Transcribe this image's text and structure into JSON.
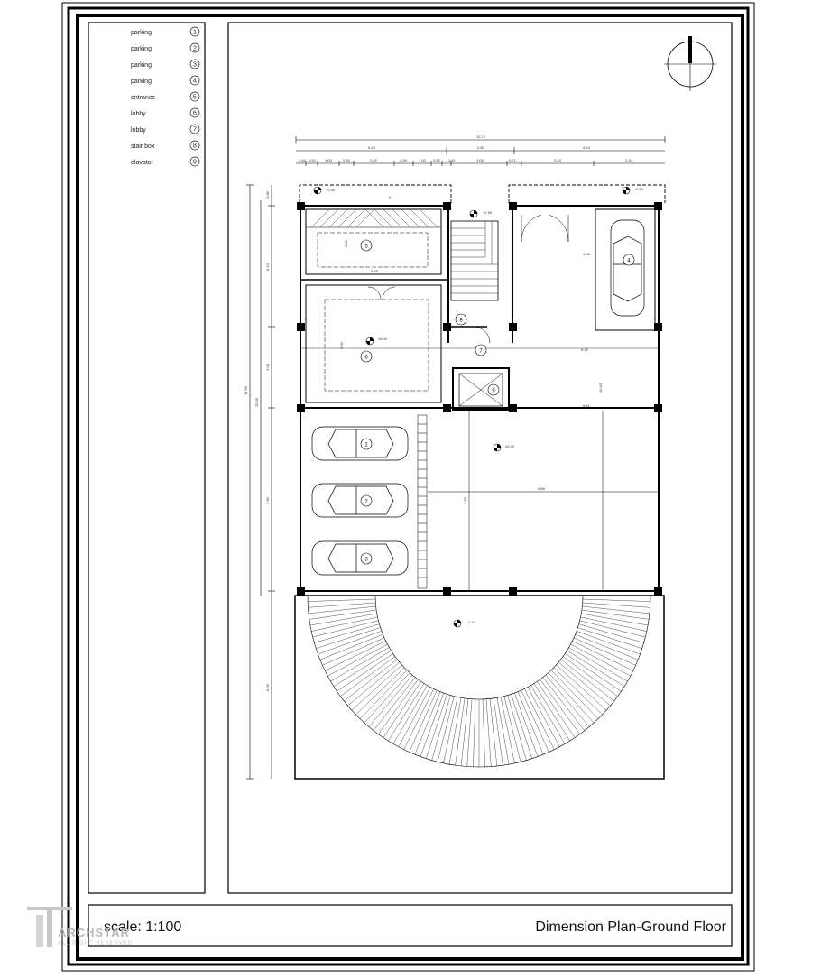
{
  "legend": {
    "items": [
      {
        "label": "parking",
        "num": "1"
      },
      {
        "label": "parking",
        "num": "2"
      },
      {
        "label": "parking",
        "num": "3"
      },
      {
        "label": "parking",
        "num": "4"
      },
      {
        "label": "entrance",
        "num": "5"
      },
      {
        "label": "lobby",
        "num": "6"
      },
      {
        "label": "lobby",
        "num": "7"
      },
      {
        "label": "stair box",
        "num": "8"
      },
      {
        "label": "elavator",
        "num": "9"
      }
    ]
  },
  "title_block": {
    "scale": "scale: 1:100",
    "title": "Dimension Plan-Ground Floor"
  },
  "watermark": {
    "brand": "ARCHSTAR",
    "rights": "ALL RIGHT RESERVED"
  },
  "plan": {
    "top_dims": {
      "overall": "10.70",
      "mid": [
        "6.24",
        "2.80",
        "6.24"
      ],
      "small": [
        "0.40",
        "0.52",
        "1.00",
        "0.30",
        "2.00",
        "0.90",
        "1.00",
        "0.52",
        "0.41",
        "2.00",
        "0.71",
        "3.20",
        "2.34"
      ]
    },
    "left_dims": {
      "overall": "17.90",
      "secondary": "15.90",
      "parts": [
        "0.80",
        "8.10",
        "3.00",
        "7.80",
        "8.00"
      ]
    },
    "inner_dims": [
      "6.25",
      "5.20",
      "6.85",
      "6.42",
      "6.61",
      "6.88",
      "5.40",
      "7.80",
      "10.43"
    ],
    "levels": [
      "+0.50",
      "+2.90",
      "+0.50",
      "±0.00",
      "±0.00",
      "-2.10"
    ],
    "room_tags": [
      "1",
      "2",
      "3",
      "4",
      "5",
      "6",
      "7",
      "8",
      "9"
    ],
    "misc_labels": [
      "0"
    ]
  }
}
